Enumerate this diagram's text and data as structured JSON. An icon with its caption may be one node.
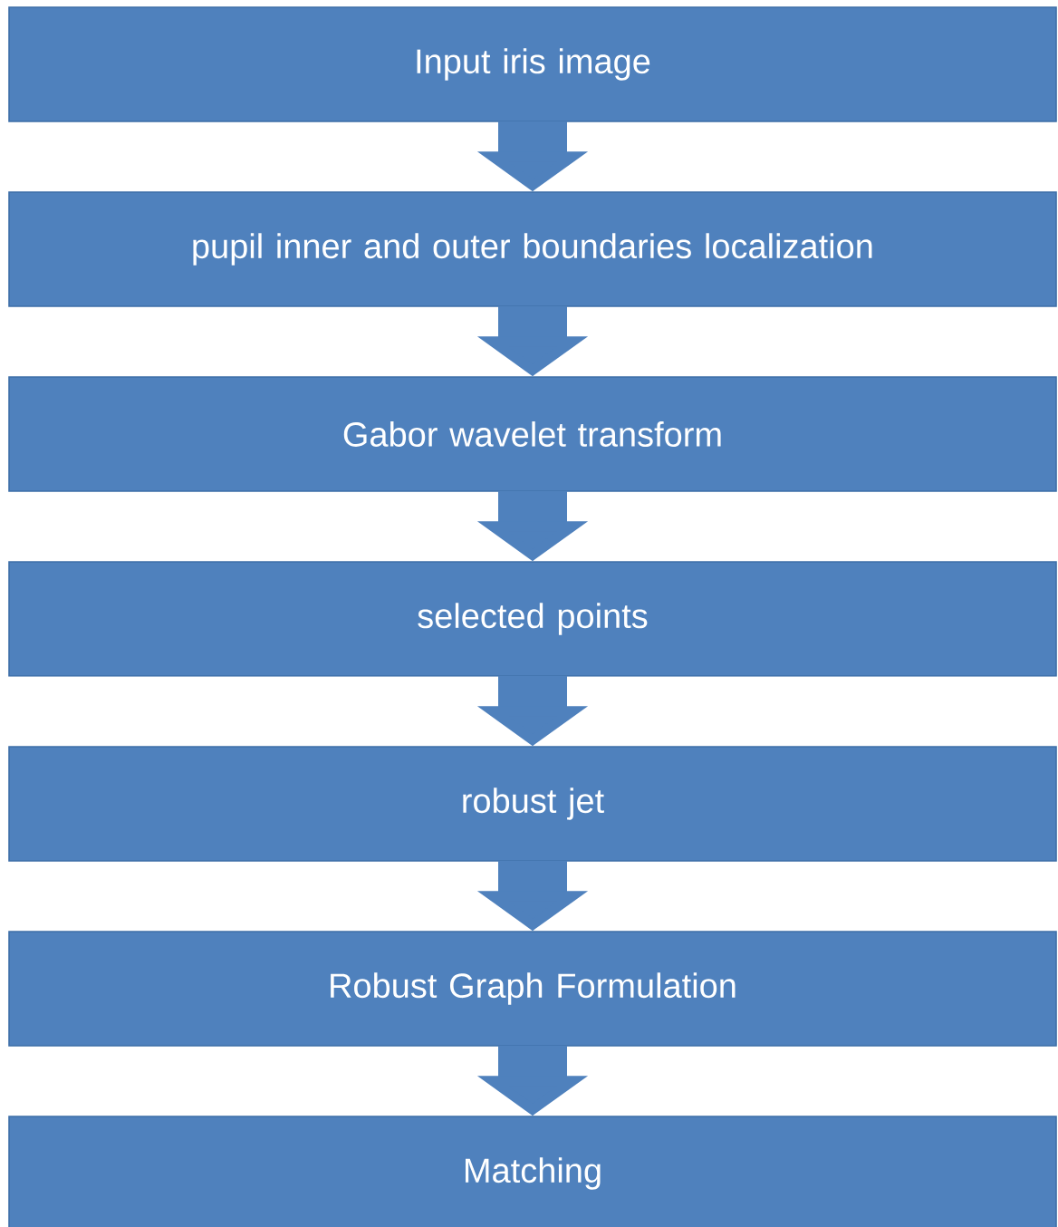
{
  "diagram": {
    "nodes": [
      {
        "text": [
          "Input iris image"
        ]
      },
      {
        "text": [
          "pupil inner and outer boundaries localization"
        ]
      },
      {
        "text": [
          "Gabor wavelet transform"
        ]
      },
      {
        "text": [
          "selected points"
        ]
      },
      {
        "text": [
          "robust jet"
        ]
      },
      {
        "text": [
          "Robust Graph Formulation"
        ]
      },
      {
        "text": [
          "Matching"
        ]
      }
    ],
    "edges": [
      {
        "from": 0,
        "to": 1,
        "arrow": "to"
      },
      {
        "from": 1,
        "to": 2,
        "arrow": "to"
      },
      {
        "from": 2,
        "to": 3,
        "arrow": "to"
      },
      {
        "from": 3,
        "to": 4,
        "arrow": "to"
      },
      {
        "from": 4,
        "to": 5,
        "arrow": "to"
      },
      {
        "from": 5,
        "to": 6,
        "arrow": "to"
      }
    ]
  }
}
